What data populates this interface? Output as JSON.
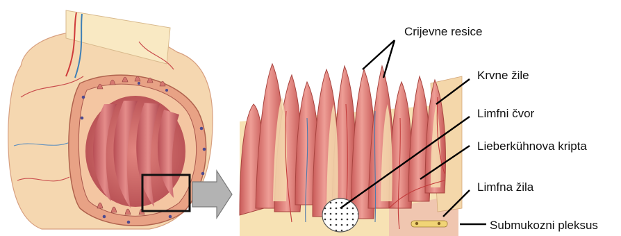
{
  "labels": {
    "villi": "Crijevne resice",
    "blood_vessels": "Krvne žile",
    "lymph_node": "Limfni čvor",
    "crypt": "Lieberkühnova kripta",
    "lymph_vessel": "Limfna žila",
    "plexus": "Submukozni pleksus"
  },
  "colors": {
    "villus": "#d9706d",
    "villus_light": "#ec9a93",
    "lumen": "#c85a5c",
    "tissue": "#f7e2b4",
    "muscle": "#e59a7e",
    "arrow": "#b3b3b3",
    "leader": "#000000"
  }
}
